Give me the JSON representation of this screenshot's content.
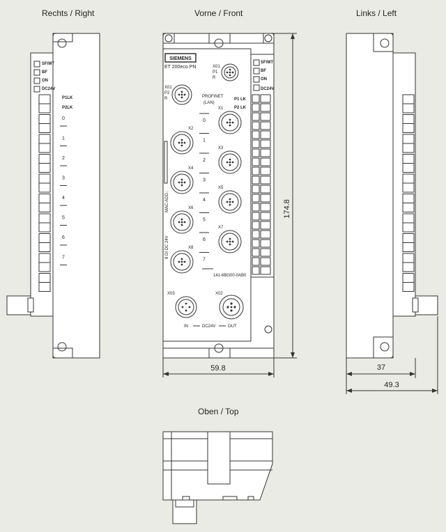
{
  "views": {
    "right": "Rechts / Right",
    "front": "Vorne / Front",
    "left": "Links / Left",
    "top": "Oben / Top"
  },
  "device": {
    "brand": "SIEMENS",
    "model": "ET 200eco PN",
    "profinet": "PROFINET",
    "lan": "(LAN)",
    "order_number": "141-6BG00-0AB0",
    "mac_label": "MAC-ADD.:",
    "supply_label": "8 DI DC 24V",
    "power_in": "IN",
    "power_label": "DC24V",
    "power_out": "OUT",
    "x01_a": "X01",
    "x01_b": "P1",
    "x01_c": "R",
    "x01l_a": "X01",
    "x01l_b": "P2",
    "x01l_c": "R",
    "p1lk": "P1 LK",
    "p2lk": "P2 LK",
    "side_p1lk": "P1LK",
    "side_p2lk": "P2LK",
    "x03": "X03",
    "x02": "X02"
  },
  "ports": {
    "right": [
      "X1",
      "X3",
      "X5",
      "X7"
    ],
    "left": [
      "X2",
      "X4",
      "X6",
      "X8"
    ]
  },
  "status_leds": [
    "SF/MT",
    "BF",
    "ON",
    "DC24V"
  ],
  "channel_numbers": [
    "0",
    "1",
    "2",
    "3",
    "4",
    "5",
    "6",
    "7"
  ],
  "dimensions": {
    "height": "174.8",
    "front_width": "59.8",
    "depth": "37",
    "total_depth": "49.3"
  }
}
